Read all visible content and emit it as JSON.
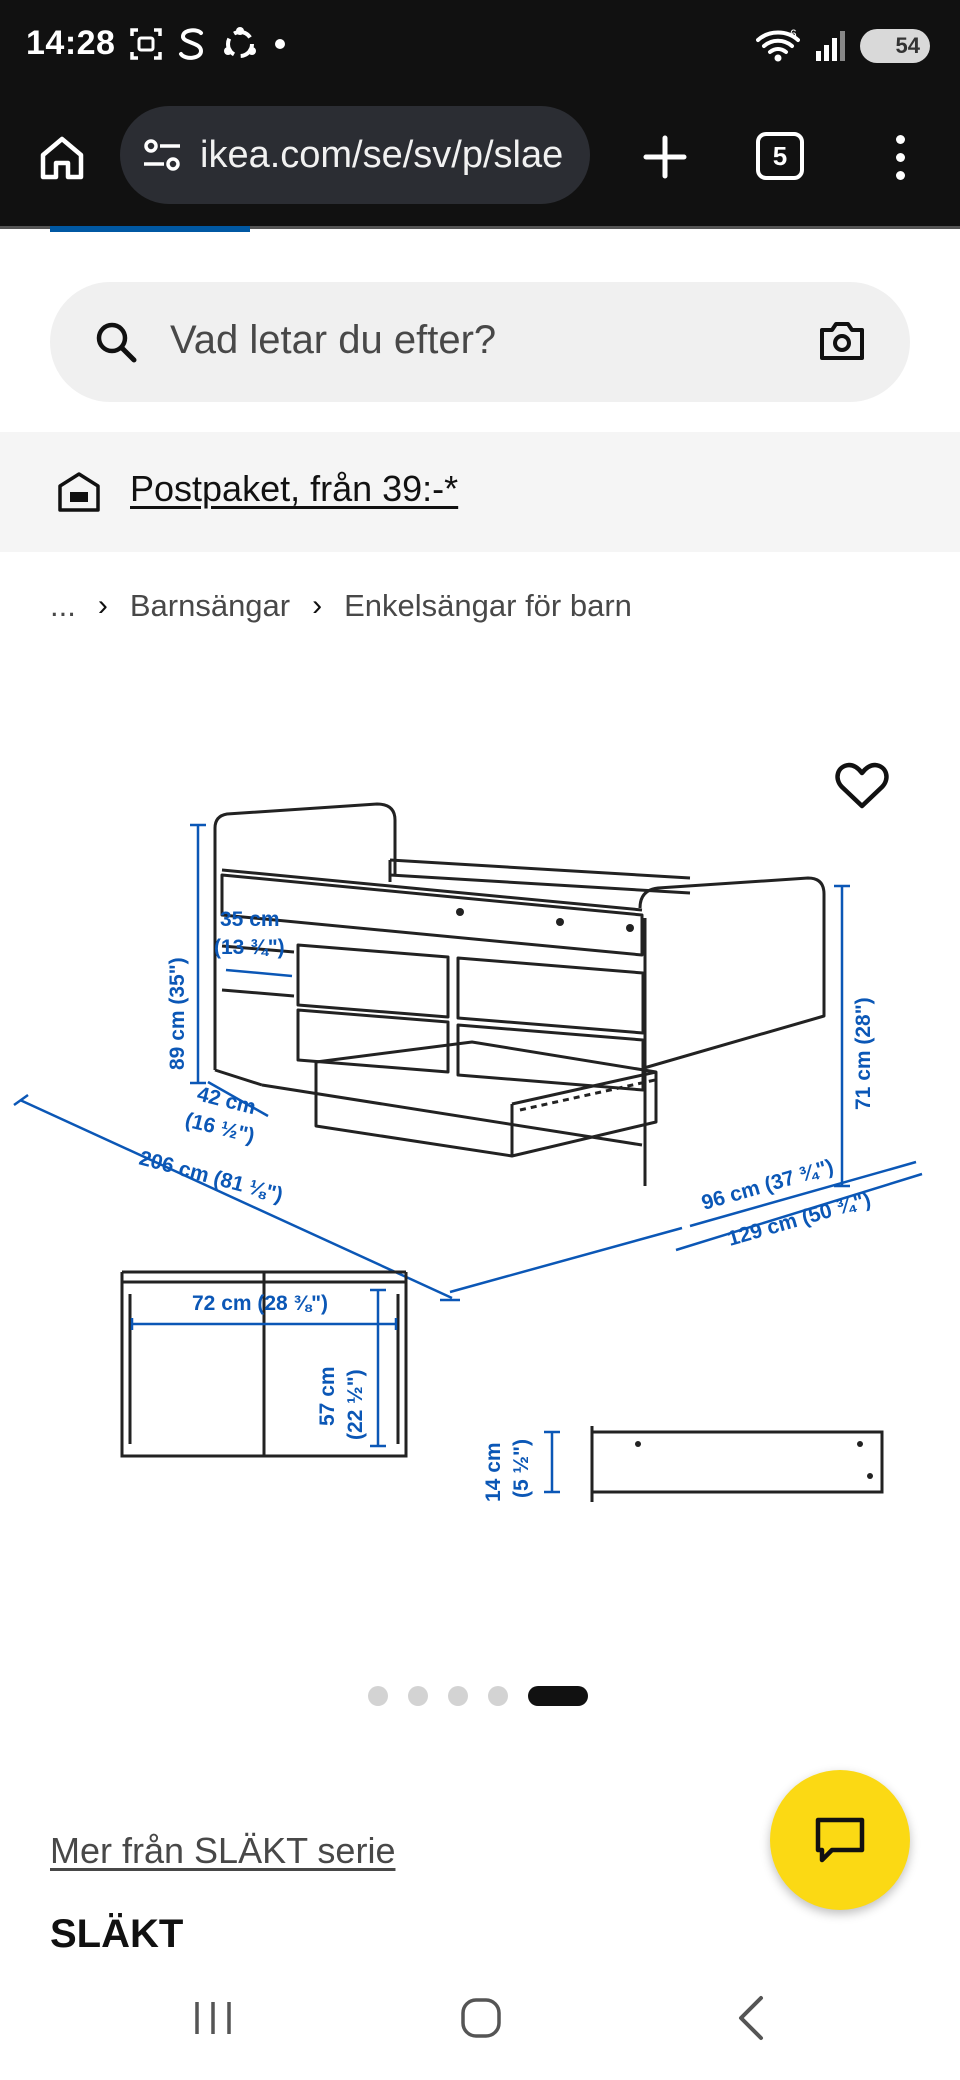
{
  "status_bar": {
    "time": "14:28",
    "battery": "54",
    "network_label": "6"
  },
  "browser": {
    "url": "ikea.com/se/sv/p/slae",
    "tab_count": "5"
  },
  "search": {
    "placeholder": "Vad letar du efter?"
  },
  "banner": {
    "text": "Postpaket, från 39:-*"
  },
  "breadcrumb": {
    "ellipsis": "...",
    "items": [
      "Barnsängar",
      "Enkelsängar för barn"
    ],
    "separator": "›"
  },
  "product_image": {
    "dimensions": {
      "height_headboard": "89 cm (35\")",
      "shelf_depth_1": "35 cm",
      "shelf_depth_2": "(13 ¾\")",
      "drawer_depth_1": "42 cm",
      "drawer_depth_2": "(16 ½\")",
      "length": "206 cm (81 ⅛\")",
      "height_footboard": "71 cm (28\")",
      "width": "96 cm (37 ¾\")",
      "width_extended": "129 cm (50 ¾\")",
      "drawer_width": "72 cm (28 ⅜\")",
      "drawer_length_1": "57 cm",
      "drawer_length_2": "(22 ½\")",
      "drawer_height_1": "14 cm",
      "drawer_height_2": "(5 ½\")"
    }
  },
  "carousel": {
    "count": 5,
    "active_index": 4
  },
  "series": {
    "link": "Mer från SLÄKT serie",
    "title": "SLÄKT"
  },
  "icons": {
    "home": "home-icon",
    "site_settings": "tune-icon",
    "new_tab": "plus-icon",
    "tabs": "tab-switcher-icon",
    "menu": "kebab-menu-icon",
    "search": "search-icon",
    "camera": "camera-icon",
    "delivery": "parcel-icon",
    "favourite": "heart-icon",
    "chat": "chat-icon"
  },
  "colors": {
    "ikea_blue": "#0058a3",
    "chat_yellow": "#fbd914",
    "dimension_blue": "#0b57b6"
  }
}
